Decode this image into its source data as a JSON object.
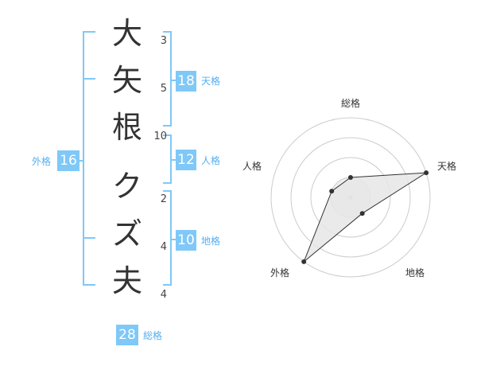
{
  "name_chars": [
    {
      "char": "大",
      "strokes": "3"
    },
    {
      "char": "矢",
      "strokes": "5"
    },
    {
      "char": "根",
      "strokes": "10"
    },
    {
      "char": "ク",
      "strokes": "2"
    },
    {
      "char": "ズ",
      "strokes": "4"
    },
    {
      "char": "夫",
      "strokes": "4"
    }
  ],
  "fortunes": {
    "tenkaku": {
      "value": "18",
      "label": "天格"
    },
    "jinkaku": {
      "value": "12",
      "label": "人格"
    },
    "chikaku": {
      "value": "10",
      "label": "地格"
    },
    "gaikaku": {
      "value": "16",
      "label": "外格"
    },
    "soukaku": {
      "value": "28",
      "label": "総格"
    }
  },
  "colors": {
    "bracket": "#7fc8f8",
    "badge_bg": "#7fc8f8",
    "badge_label": "#55aef0",
    "radar_ring": "#cccccc",
    "radar_fill": "#e6e6e6",
    "radar_point": "#333333"
  },
  "chart_data": {
    "type": "radar",
    "axes": [
      "総格",
      "天格",
      "地格",
      "外格",
      "人格"
    ],
    "max": 4,
    "rings": 4,
    "values": [
      1,
      4,
      1,
      4,
      1
    ],
    "grid": true
  }
}
